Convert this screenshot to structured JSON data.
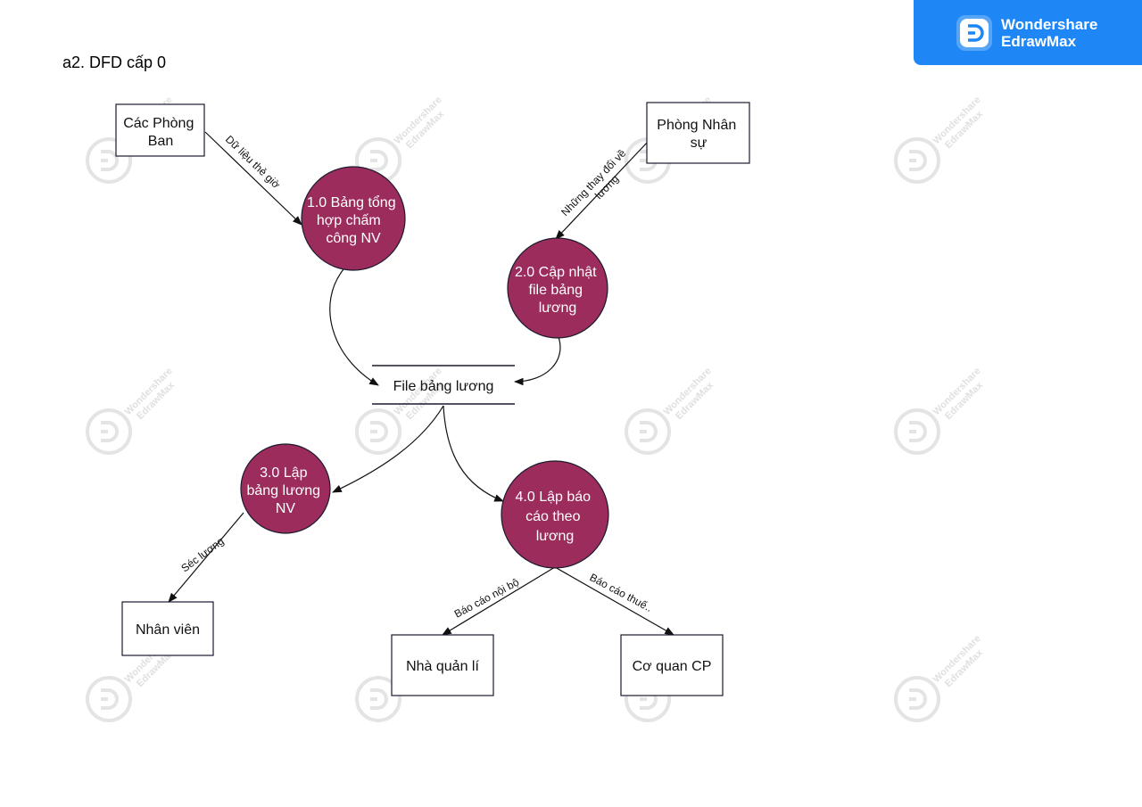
{
  "title": "a2. DFD cấp 0",
  "brand": {
    "line1": "Wondershare",
    "line2": "EdrawMax"
  },
  "watermark": {
    "line1": "Wondershare",
    "line2": "EdrawMax"
  },
  "colors": {
    "process_fill": "#9b2c5c",
    "brand_bg": "#1f87f5",
    "stroke": "#1a1a2e"
  },
  "entities": {
    "cac_phong_ban": [
      "Các Phòng",
      "Ban"
    ],
    "phong_nhan_su": [
      "Phòng Nhân",
      "sự"
    ],
    "nhan_vien": [
      "Nhân viên"
    ],
    "nha_quan_li": [
      "Nhà quản lí"
    ],
    "co_quan_cp": [
      "Cơ quan CP"
    ]
  },
  "processes": {
    "p1": [
      "1.0 Bảng tổng",
      "hợp chấm",
      "công NV"
    ],
    "p2": [
      "2.0 Cập nhật",
      "file bảng",
      "lương"
    ],
    "p3": [
      "3.0 Lập",
      "bảng lương",
      "NV"
    ],
    "p4": [
      "4.0 Lập báo",
      "cáo theo",
      "lương"
    ]
  },
  "datastore": "File bảng lương",
  "flows": {
    "f1": [
      "Dữ liệu thẻ giờ"
    ],
    "f2": [
      "Những thay đổi về",
      "lương"
    ],
    "f3": [
      "Séc lương"
    ],
    "f4": [
      "Báo cáo nội bộ"
    ],
    "f5": [
      "Báo cáo thuế.."
    ]
  }
}
